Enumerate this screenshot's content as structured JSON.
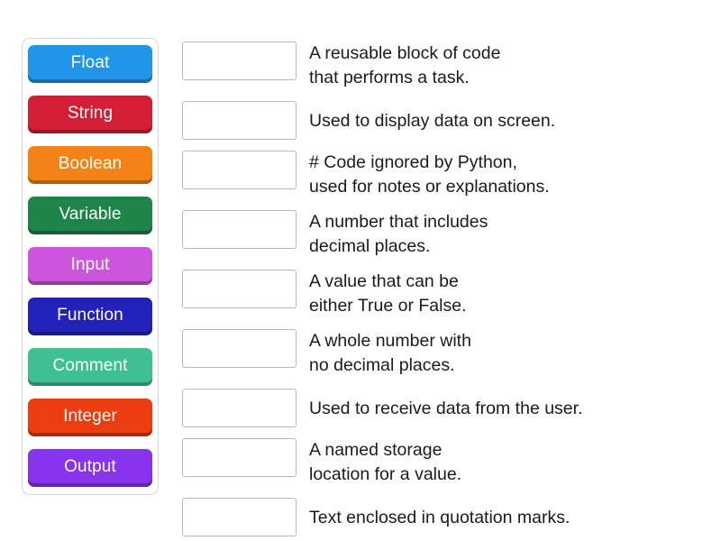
{
  "activity": {
    "type": "match-up-drag-and-drop",
    "topic": "Python programming terms"
  },
  "tiles": [
    {
      "label": "Float",
      "color": "#2196e8"
    },
    {
      "label": "String",
      "color": "#d41e36"
    },
    {
      "label": "Boolean",
      "color": "#f58216"
    },
    {
      "label": "Variable",
      "color": "#1e8449"
    },
    {
      "label": "Input",
      "color": "#cc55dd"
    },
    {
      "label": "Function",
      "color": "#2222bb"
    },
    {
      "label": "Comment",
      "color": "#3ec093"
    },
    {
      "label": "Integer",
      "color": "#ec3c11"
    },
    {
      "label": "Output",
      "color": "#8833ee"
    }
  ],
  "rows": [
    {
      "slot_value": "",
      "text": "A reusable block of code\nthat performs a task.",
      "lines": 2
    },
    {
      "slot_value": "",
      "text": "Used to display data on screen.",
      "lines": 1
    },
    {
      "slot_value": "",
      "text": "# Code ignored by Python,\nused for notes or explanations.",
      "lines": 2
    },
    {
      "slot_value": "",
      "text": "A number that includes\ndecimal places.",
      "lines": 2
    },
    {
      "slot_value": "",
      "text": "A value that can be\neither True or False.",
      "lines": 2
    },
    {
      "slot_value": "",
      "text": "A whole number with\nno decimal places.",
      "lines": 2
    },
    {
      "slot_value": "",
      "text": "Used to receive data from the user.",
      "lines": 1
    },
    {
      "slot_value": "",
      "text": "A named storage\nlocation for a value.",
      "lines": 2
    },
    {
      "slot_value": "",
      "text": "Text enclosed in quotation marks.",
      "lines": 1
    }
  ],
  "colors": {
    "page_background": "#ffffff",
    "panel_border": "#d8d8d8",
    "slot_border": "#b9b9b9",
    "text": "#1b1b1b",
    "tile_label": "#ffffff"
  }
}
